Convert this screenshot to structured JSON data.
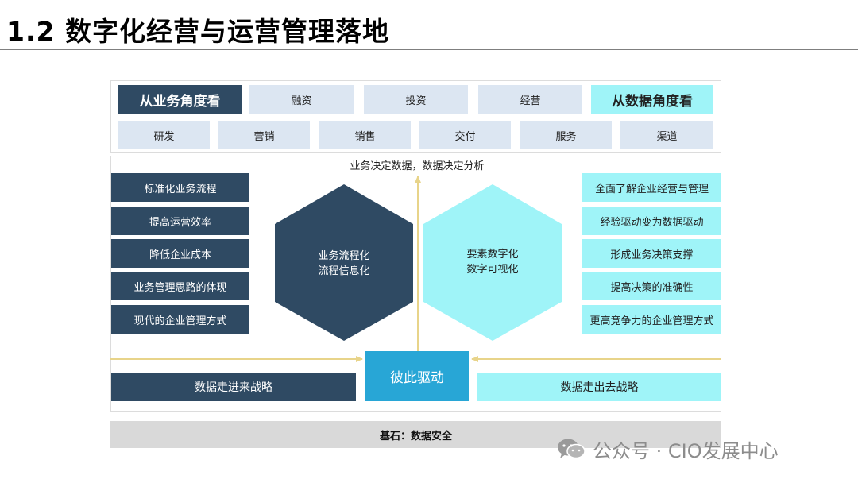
{
  "title": "1.2 数字化经营与运营管理落地",
  "top": {
    "business_header": "从业务角度看",
    "data_header": "从数据角度看",
    "row1": [
      "融资",
      "投资",
      "经营"
    ],
    "row2": [
      "研发",
      "营销",
      "销售",
      "交付",
      "服务",
      "渠道"
    ]
  },
  "center_label": "业务决定数据，数据决定分析",
  "left_items": [
    "标准化业务流程",
    "提高运营效率",
    "降低企业成本",
    "业务管理思路的体现",
    "现代的企业管理方式"
  ],
  "right_items": [
    "全面了解企业经营与管理",
    "经验驱动变为数据驱动",
    "形成业务决策支撑",
    "提高决策的准确性",
    "更高竞争力的企业管理方式"
  ],
  "hex_left": {
    "line1": "业务流程化",
    "line2": "流程信息化"
  },
  "hex_right": {
    "line1": "要素数字化",
    "line2": "数字可视化"
  },
  "drive_label": "彼此驱动",
  "bottom_left": "数据走进来战略",
  "bottom_right": "数据走出去战略",
  "foundation": "基石：数据安全",
  "watermark": "公众号 · CIO发展中心",
  "colors": {
    "dark_navy": "#2f4a63",
    "light_blue": "#dce6f2",
    "cyan": "#9ff4f8",
    "drive_blue": "#28a6d6",
    "arrow_yellow": "#e8d48a",
    "foundation_gray": "#d9d9d9"
  }
}
